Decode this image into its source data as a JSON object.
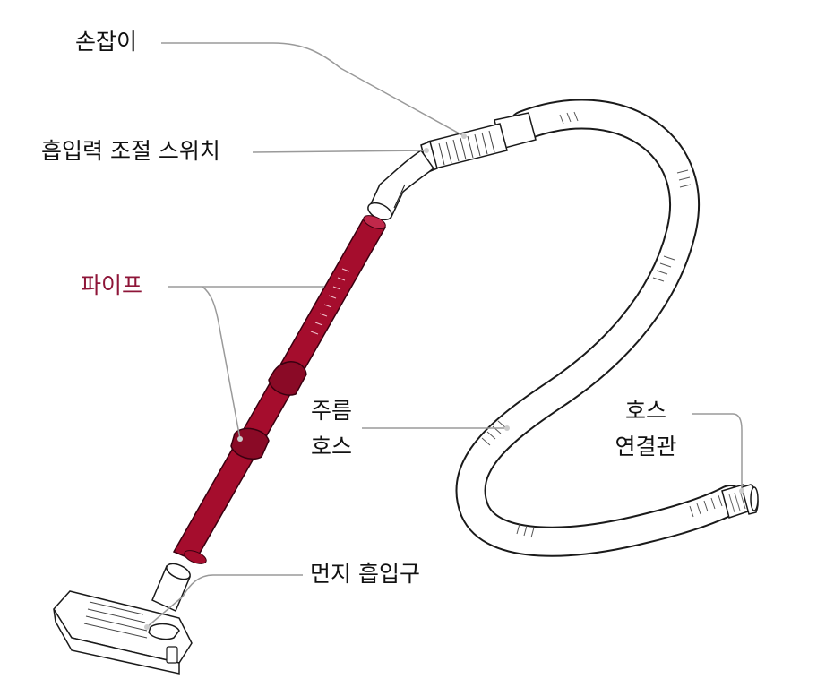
{
  "labels": {
    "handle": "손잡이",
    "suction_switch": "흡입력 조절 스위치",
    "pipe": "파이프",
    "hose_line1": "주름",
    "hose_line2": "호스",
    "connector_line1": "호스",
    "connector_line2": "연결관",
    "nozzle": "먼지 흡입구"
  },
  "colors": {
    "pipe": "#a50d2d",
    "pipe_label": "#8e1538",
    "text": "#111111",
    "leader": "#9a9a9a",
    "outline": "#1a1a1a"
  }
}
